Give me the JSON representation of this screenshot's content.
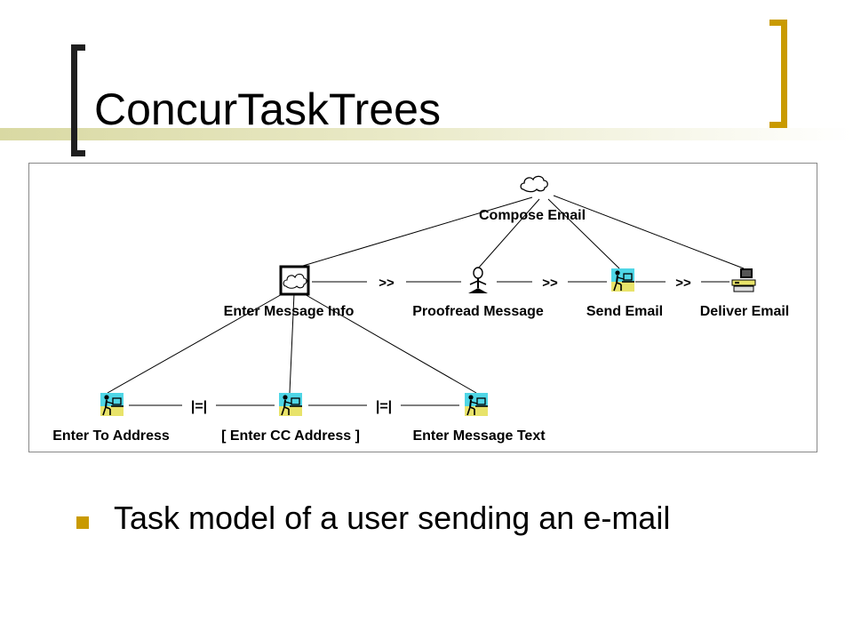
{
  "slide": {
    "title": "ConcurTaskTrees",
    "bullet": "Task model of a user sending an e-mail",
    "accent_color": "#c99a00"
  },
  "diagram": {
    "root": {
      "label": "Compose Email",
      "icon": "cloud-icon"
    },
    "level1": [
      {
        "label": "Enter Message Info",
        "icon": "cloud-box-icon"
      },
      {
        "label": "Proofread Message",
        "icon": "person-icon"
      },
      {
        "label": "Send Email",
        "icon": "user-at-desk-icon"
      },
      {
        "label": "Deliver Email",
        "icon": "computer-icon"
      }
    ],
    "level1_operators": [
      ">>",
      ">>",
      ">>"
    ],
    "level2": [
      {
        "label": "Enter To Address",
        "icon": "user-at-desk-icon"
      },
      {
        "label": "[ Enter CC Address ]",
        "icon": "user-at-desk-icon"
      },
      {
        "label": "Enter Message Text",
        "icon": "user-at-desk-icon"
      }
    ],
    "level2_operators": [
      "|=|",
      "|=|"
    ]
  }
}
